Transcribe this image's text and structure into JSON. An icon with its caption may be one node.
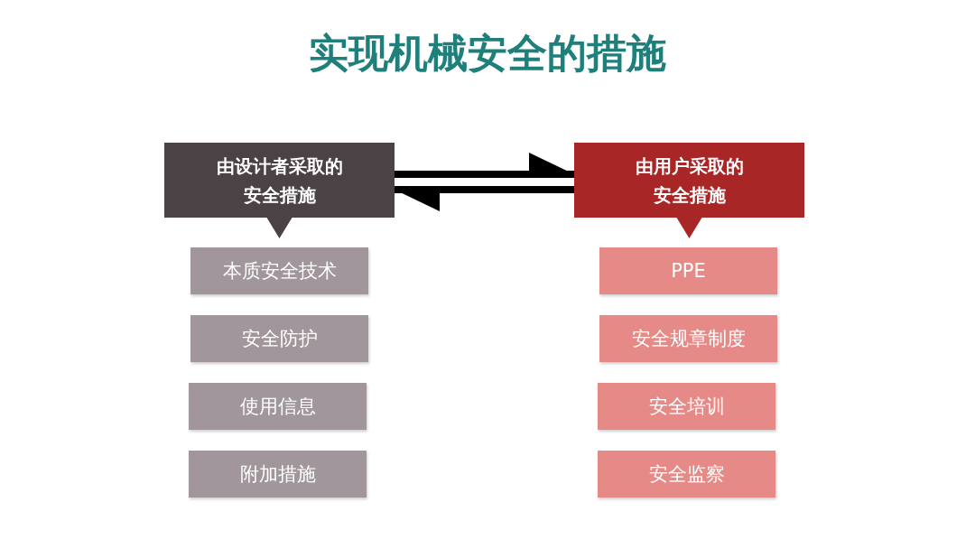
{
  "diagram": {
    "title": "实现机械安全的措施",
    "nodes": [
      {
        "text": [
          "由设计者采取的安全措施"
        ]
      },
      {
        "text": [
          "本质安全技术"
        ]
      },
      {
        "text": [
          "安全防护"
        ]
      },
      {
        "text": [
          "使用信息"
        ]
      },
      {
        "text": [
          "附加措施"
        ]
      },
      {
        "text": [
          "由用户采取的安全措施"
        ]
      },
      {
        "text": [
          "PPE"
        ]
      },
      {
        "text": [
          "安全规章制度"
        ]
      },
      {
        "text": [
          "安全培训"
        ]
      },
      {
        "text": [
          "安全监察"
        ]
      }
    ],
    "edges": [
      {
        "from": 0,
        "to": 5,
        "arrow": "to"
      },
      {
        "from": 5,
        "to": 0,
        "arrow": "to"
      }
    ]
  }
}
